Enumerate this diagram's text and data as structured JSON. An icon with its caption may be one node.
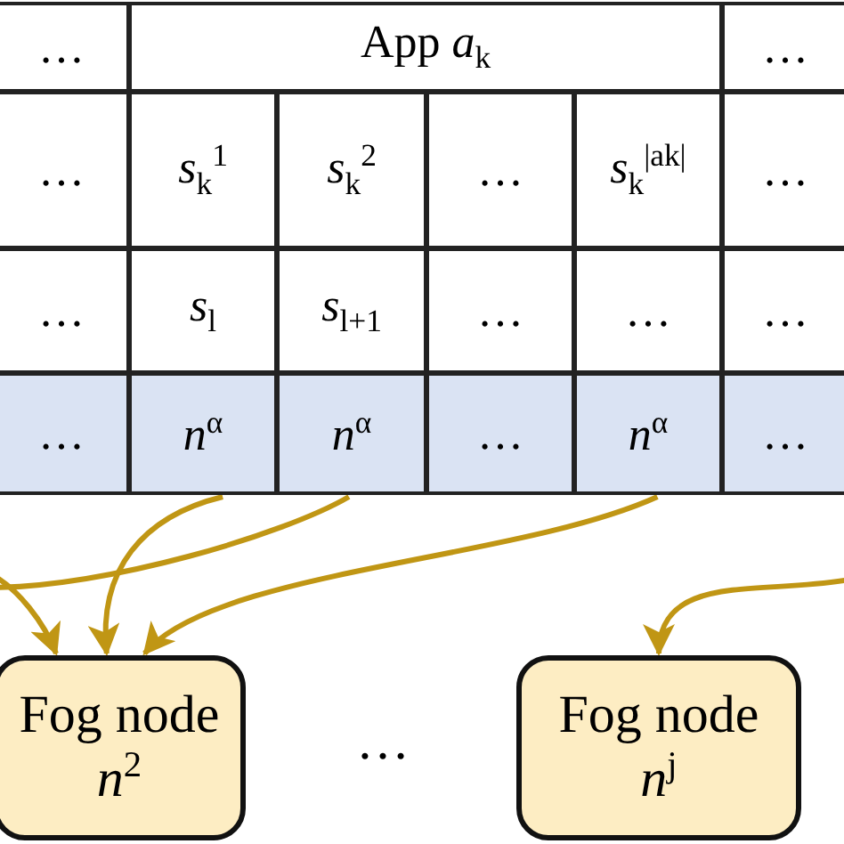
{
  "diagram": {
    "nodes": [
      {
        "text": [
          "…"
        ]
      },
      {
        "text": [
          "App *a*$_{k}$"
        ]
      },
      {
        "text": [
          "…"
        ]
      },
      {
        "text": [
          "…"
        ]
      },
      {
        "text": [
          "*s*$_{k}$$^{1}$"
        ]
      },
      {
        "text": [
          "*s*$_{k}$$^{2}$"
        ]
      },
      {
        "text": [
          "…"
        ]
      },
      {
        "text": [
          "*s*$_{k}$$^{|ak|}$"
        ]
      },
      {
        "text": [
          "…"
        ]
      },
      {
        "text": [
          "…"
        ]
      },
      {
        "text": [
          "*s*$_{l}$"
        ]
      },
      {
        "text": [
          "*s*$_{l+1}$"
        ]
      },
      {
        "text": [
          "…"
        ]
      },
      {
        "text": [
          "…"
        ]
      },
      {
        "text": [
          "…"
        ]
      },
      {
        "text": [
          "…"
        ]
      },
      {
        "text": [
          "*n*$^{α}$"
        ]
      },
      {
        "text": [
          "*n*$^{α}$"
        ]
      },
      {
        "text": [
          "…"
        ]
      },
      {
        "text": [
          "*n*$^{α}$"
        ]
      },
      {
        "text": [
          "…"
        ]
      },
      {
        "text": [
          "Fog node",
          "*n*$^{2}$"
        ]
      },
      {
        "text": [
          "Fog node",
          "*n*$^{j}$"
        ]
      }
    ],
    "edges": [
      {
        "from": null,
        "to": 21,
        "arrow": "to"
      },
      {
        "from": 16,
        "to": 21,
        "arrow": "to"
      },
      {
        "from": 17,
        "to": null,
        "arrow": "none"
      },
      {
        "from": 19,
        "to": 21,
        "arrow": "to"
      },
      {
        "from": null,
        "to": 22,
        "arrow": "to"
      }
    ],
    "labels": [
      "…"
    ]
  }
}
